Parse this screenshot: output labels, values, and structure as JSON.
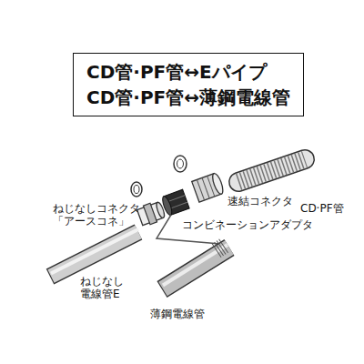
{
  "diagram": {
    "nodes": [
      {
        "text": [
          "CD管·PF管↔Eパイプ",
          "CD管·PF管↔薄鋼電線管"
        ]
      }
    ],
    "labels": [
      "ねじなしコネクタ 「アースコネ」",
      "ねじなし 電線管E",
      "速結コネクタ",
      "コンビネーションアダプタ",
      "CD·PF管",
      "薄鋼電線管"
    ]
  }
}
